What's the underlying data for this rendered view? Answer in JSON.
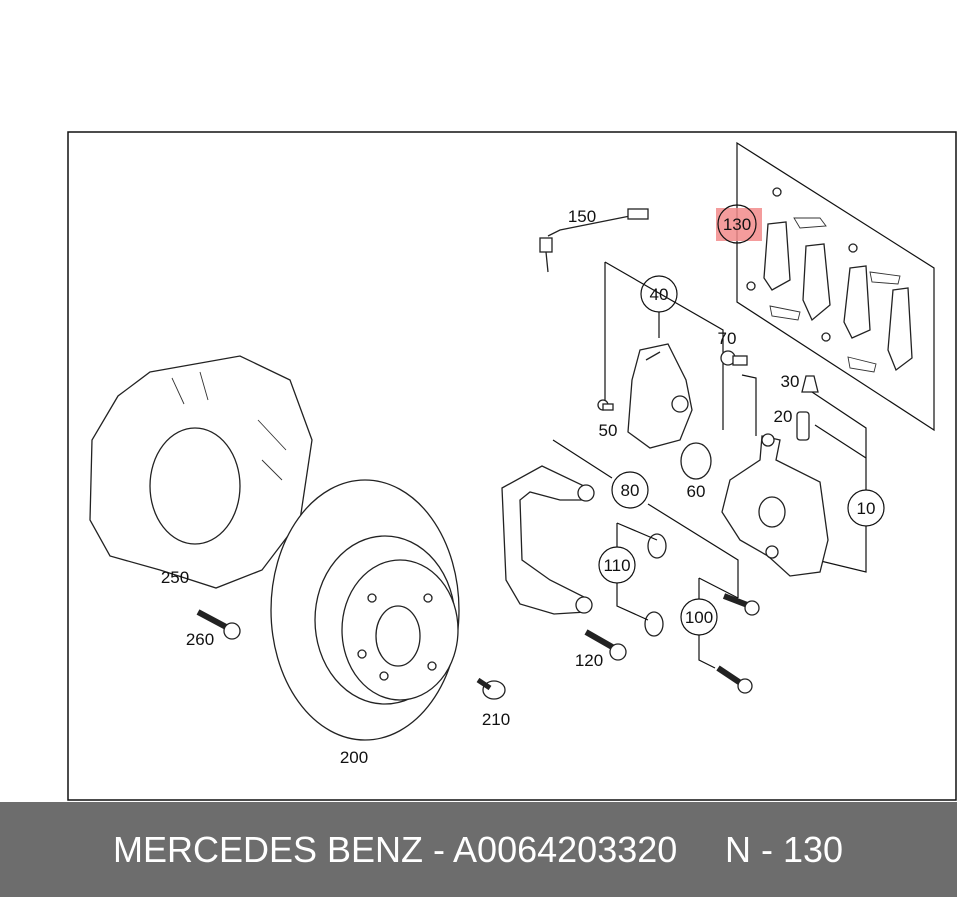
{
  "callouts": {
    "c10": "10",
    "c20": "20",
    "c30": "30",
    "c40": "40",
    "c50": "50",
    "c60": "60",
    "c70": "70",
    "c80": "80",
    "c100": "100",
    "c110": "110",
    "c120": "120",
    "c130": "130",
    "c150": "150",
    "c200": "200",
    "c210": "210",
    "c250": "250",
    "c260": "260"
  },
  "highlighted_callout": "130",
  "colors": {
    "highlight": "#f28b8b",
    "footer_bg": "#6d6d6d",
    "footer_text": "#ffffff"
  },
  "footer": {
    "brand_part": "MERCEDES BENZ - A0064203320",
    "position": "N - 130"
  }
}
